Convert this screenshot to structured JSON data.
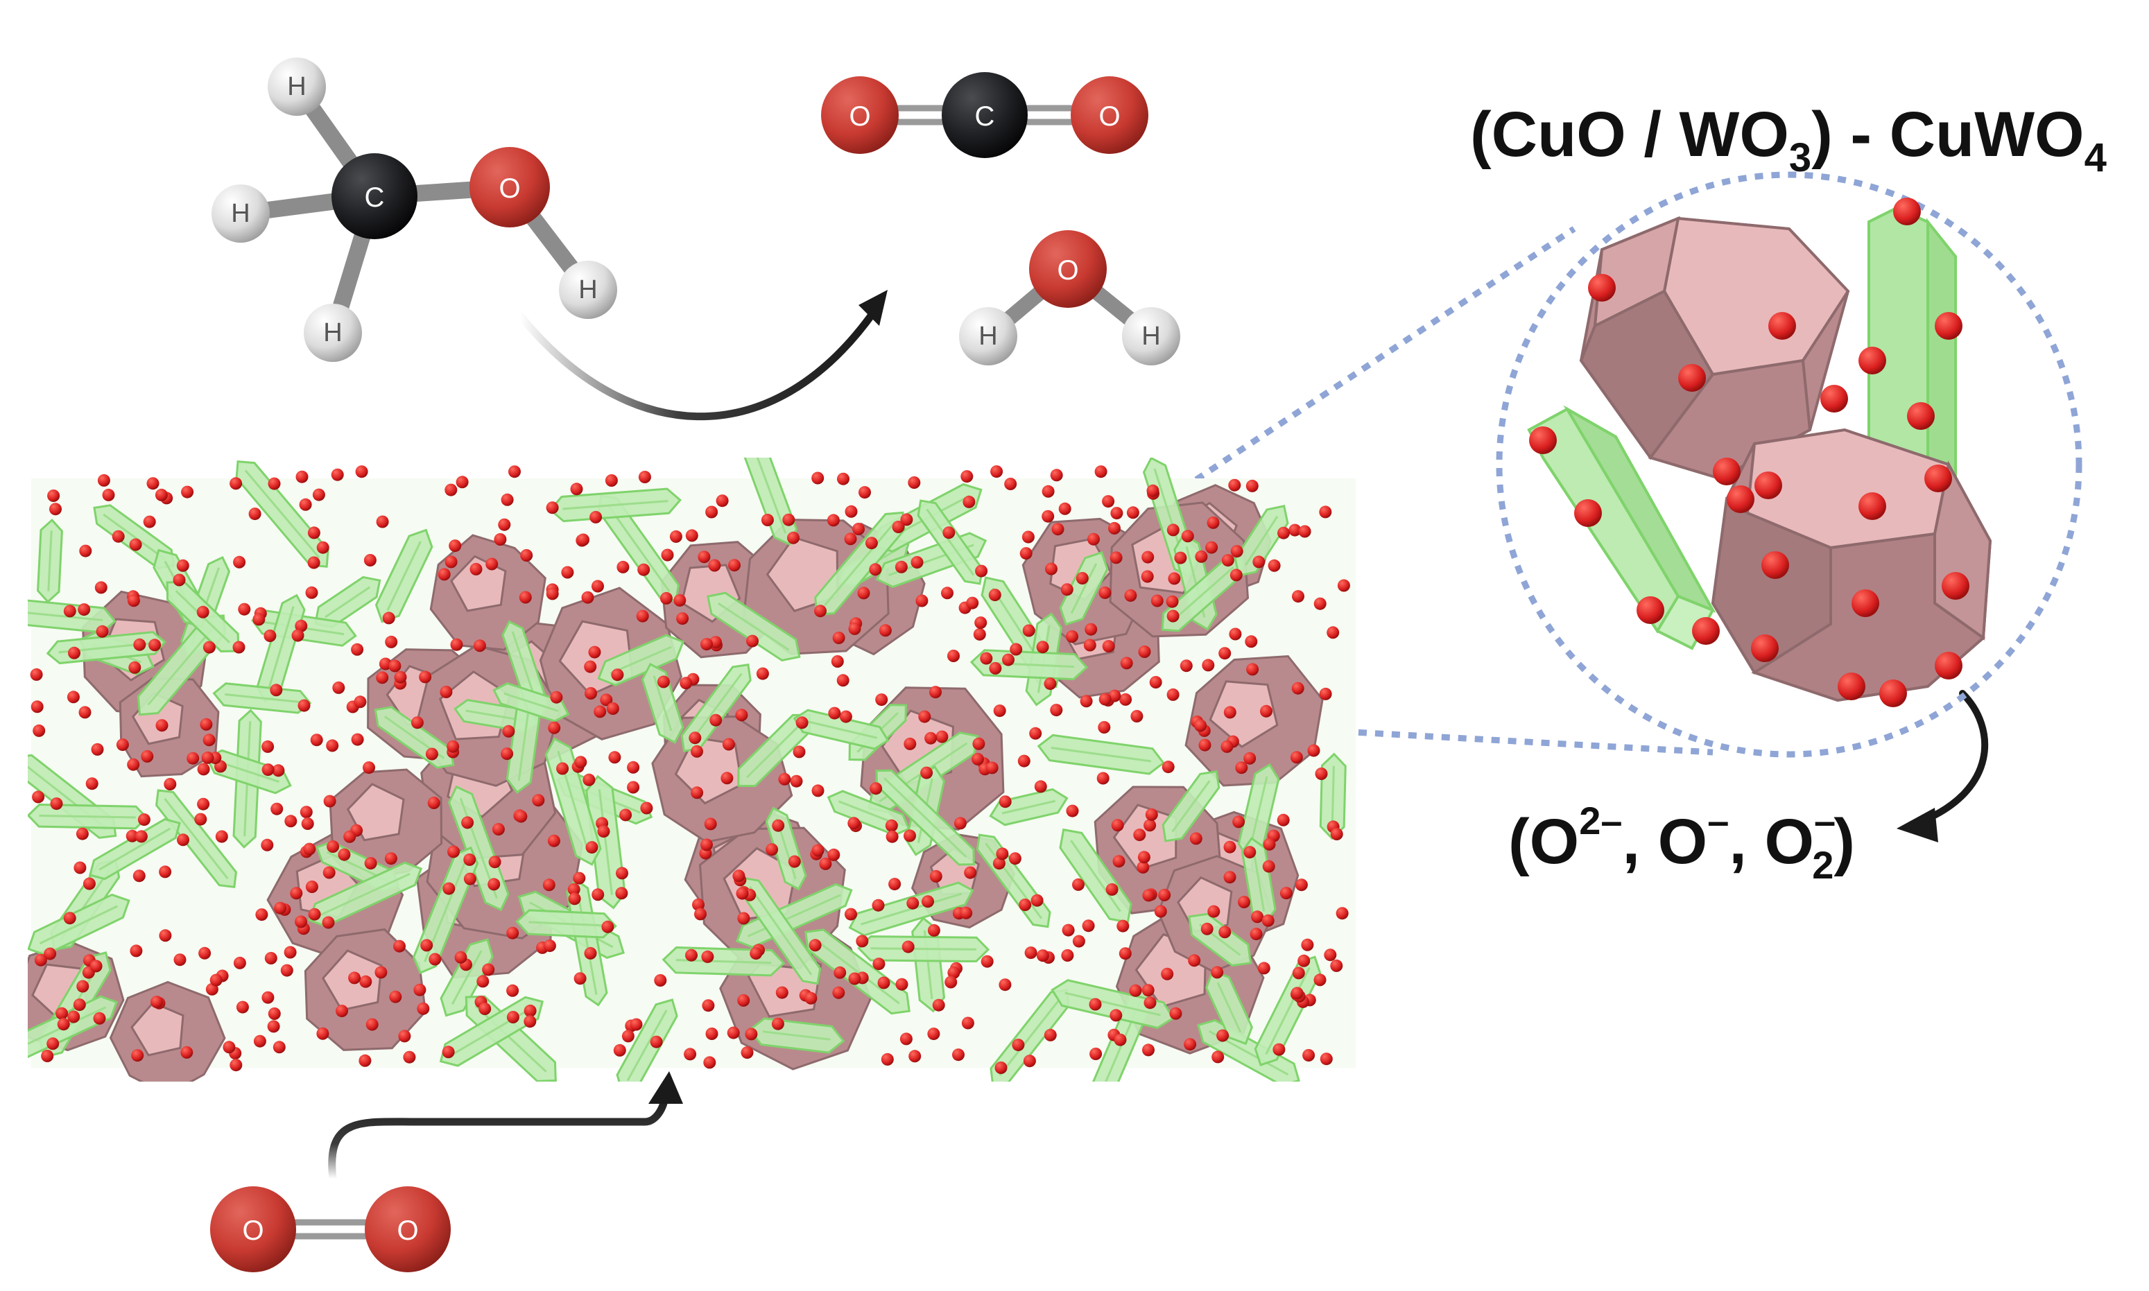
{
  "colors": {
    "oxygen": "#c83a31",
    "carbon": "#1e1f22",
    "hydrogen": "#d9d9d9",
    "bond": "#8c8c8c",
    "cuo_particle": "#c99a9d",
    "wo3_rod": "#bfecb4",
    "rod_edge": "#7fd36b",
    "surface_oxygen": "#d91f1f",
    "zoom_dots": "#8fa5d6",
    "arrow": "#1a1a1a"
  },
  "molecules": {
    "methanol": {
      "c": "C",
      "o": "O",
      "h1": "H",
      "h2": "H",
      "h3": "H",
      "h4": "H"
    },
    "carbon_dioxide": {
      "o1": "O",
      "c": "C",
      "o2": "O"
    },
    "water": {
      "o": "O",
      "h1": "H",
      "h2": "H"
    },
    "oxygen_gas": {
      "o1": "O",
      "o2": "O"
    }
  },
  "labels": {
    "composite": {
      "open": "(",
      "part1": "CuO / WO",
      "sub1": "3",
      "part2": ") - CuWO",
      "sub2": "4"
    },
    "oxygen_species": {
      "open": "(",
      "o_a": "O",
      "sup_a": "2–",
      "sep_a": ", ",
      "o_b": "O",
      "sup_b": "–",
      "sep_b": ", ",
      "o_c": "O",
      "sup_c": "–",
      "sub_c": "2",
      "close": ")"
    }
  }
}
